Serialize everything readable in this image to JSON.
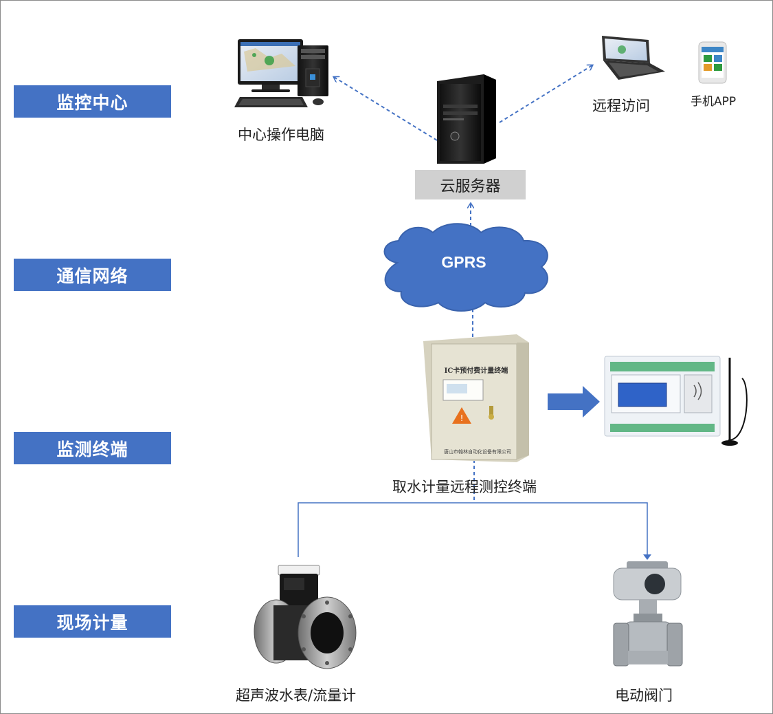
{
  "layers": [
    {
      "label": "监控中心"
    },
    {
      "label": "通信网络"
    },
    {
      "label": "监测终端"
    },
    {
      "label": "现场计量"
    }
  ],
  "nodes": {
    "center_pc": "中心操作电脑",
    "cloud_server": "云服务器",
    "remote_access": "远程访问",
    "mobile_app": "手机APP",
    "network": "GPRS",
    "terminal": "取水计量远程测控终端",
    "terminal_box_title": "IC卡预付费计量终端",
    "terminal_box_footer": "唐山市翰林自动化设备有限公司",
    "flow_meter": "超声波水表/流量计",
    "electric_valve": "电动阀门"
  },
  "colors": {
    "layer_bg": "#4472c4",
    "arrow": "#4472c4",
    "cloud": "#4472c4",
    "server_box": "#d0d0d0"
  }
}
